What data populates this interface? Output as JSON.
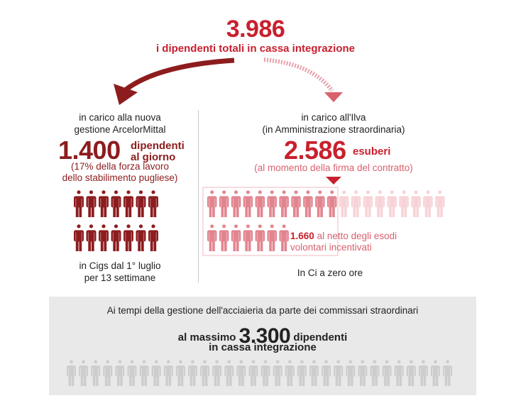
{
  "header": {
    "total_number": "3.986",
    "total_caption": "i dipendenti totali in cassa integrazione"
  },
  "left": {
    "heading_line1": "in carico alla nuova",
    "heading_line2": "gestione ArcelorMittal",
    "number": "1.400",
    "number_side_line1": "dipendenti",
    "number_side_line2": "al giorno",
    "subnote_line1": "(17% della forza lavoro",
    "subnote_line2": "dello stabilimento pugliese)",
    "footer_line1": "in Cigs dal 1° luglio",
    "footer_line2": "per 13 settimane",
    "figures": 14
  },
  "right": {
    "heading_line1": "in carico all'Ilva",
    "heading_line2": "(in Amministrazione straordinaria)",
    "number": "2.586",
    "number_side": "esuberi",
    "subnote": "(al momento della firma del contratto)",
    "highlight_number": "1.660",
    "highlight_text_line1": "al netto degli esodi",
    "highlight_text_line2": "volontari incentivati",
    "footer": "In Ci a zero ore",
    "figures_highlighted": 18,
    "figures_faded": 9
  },
  "bottom": {
    "caption": "Ai tempi della gestione dell'acciaieria da parte dei commissari straordinari",
    "prefix": "al massimo",
    "number": "3.300",
    "suffix": "dipendenti",
    "line2": "in cassa integrazione",
    "figures": 32
  },
  "colors": {
    "dark_red": "#8d1c1e",
    "red": "#c8202e",
    "pink": "#e28590",
    "light_pink": "#f7d3d7",
    "grey": "#cdcdcd",
    "panel": "#e9e9e9"
  }
}
